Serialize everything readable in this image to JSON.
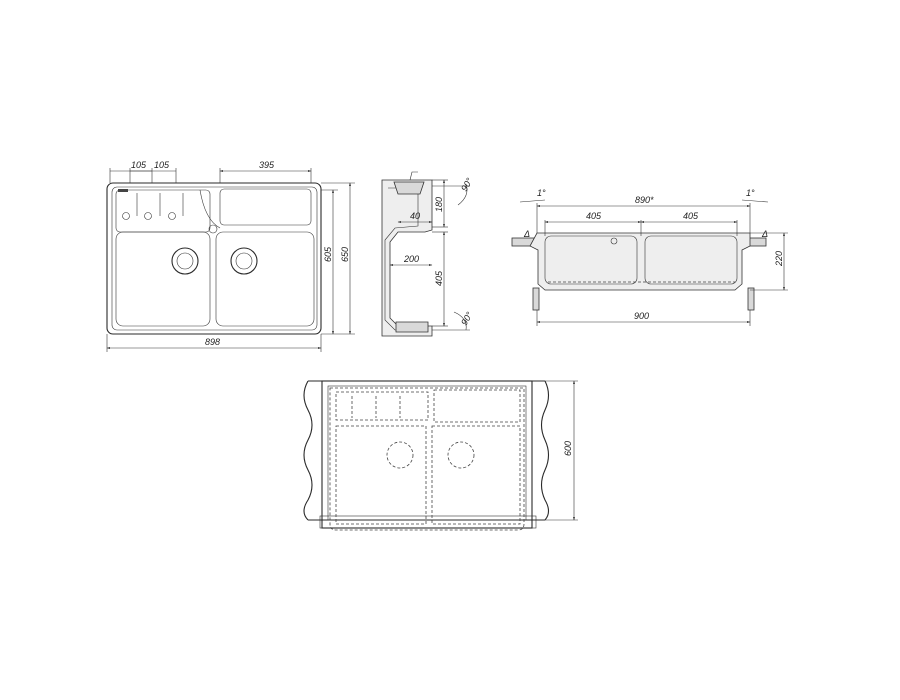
{
  "top_view": {
    "dim_top_1": "105",
    "dim_top_2": "105",
    "dim_top_3": "395",
    "dim_right_1": "605",
    "dim_right_2": "650",
    "dim_bottom": "898"
  },
  "side_view": {
    "dim_angle_top": "90°",
    "dim_180": "180",
    "dim_40": "40",
    "dim_200": "200",
    "dim_405": "405",
    "dim_angle_bottom": "90°"
  },
  "front_section": {
    "dim_slope_left": "1°",
    "dim_890": "890*",
    "dim_slope_right": "1°",
    "dim_405_left": "405",
    "dim_405_right": "405",
    "delta_left": "Δ",
    "delta_right": "Δ",
    "dim_220": "220",
    "dim_900": "900"
  },
  "install_view": {
    "dim_600": "600"
  }
}
